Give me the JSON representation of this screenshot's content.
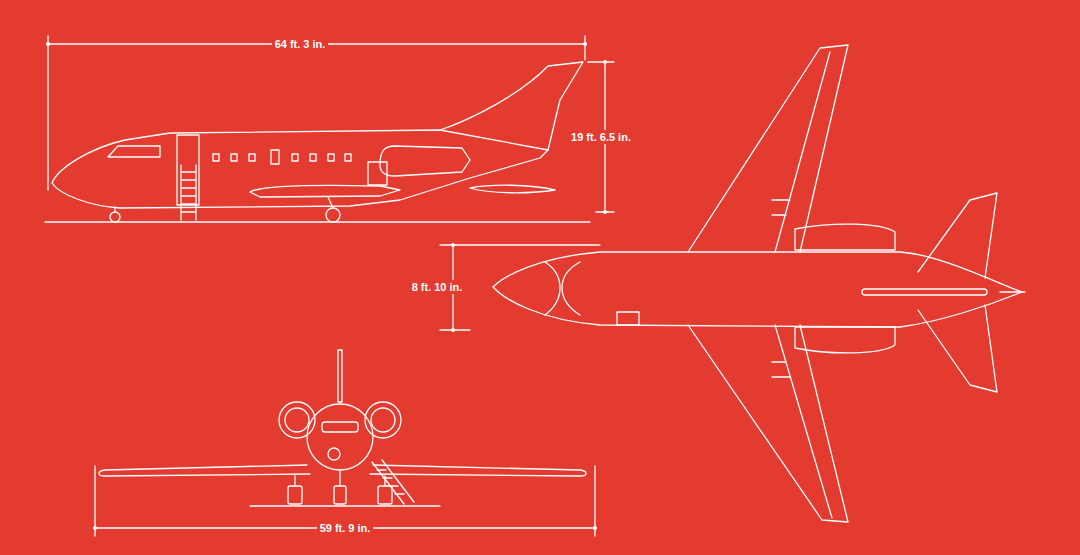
{
  "diagram": {
    "labels": [
      "64 ft. 3 in.",
      "19 ft. 6.5 in.",
      "8 ft. 10 in.",
      "59 ft. 9 in."
    ]
  }
}
